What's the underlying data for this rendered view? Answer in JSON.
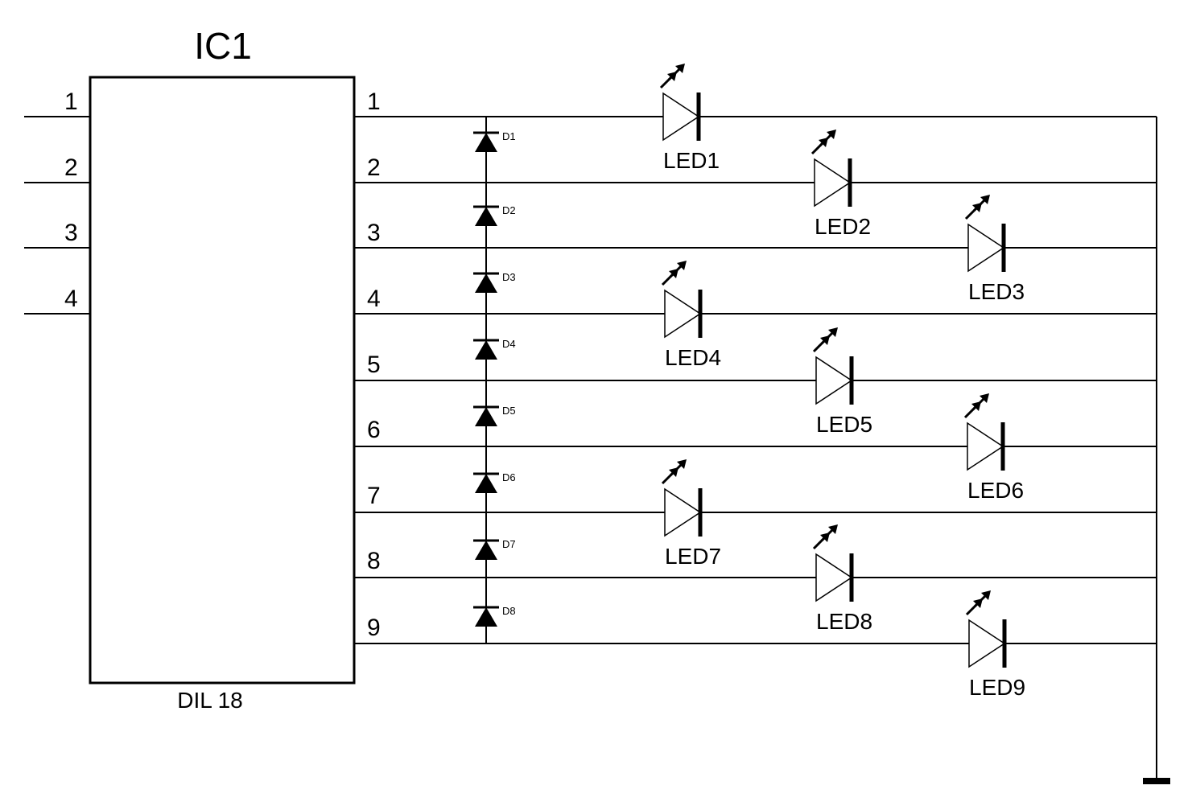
{
  "ic": {
    "title": "IC1",
    "package": "DIL 18",
    "left_pins": [
      "1",
      "2",
      "3",
      "4"
    ],
    "right_pins": [
      "1",
      "2",
      "3",
      "4",
      "5",
      "6",
      "7",
      "8",
      "9"
    ]
  },
  "diodes": [
    "D1",
    "D2",
    "D3",
    "D4",
    "D5",
    "D6",
    "D7",
    "D8"
  ],
  "leds": [
    "LED1",
    "LED2",
    "LED3",
    "LED4",
    "LED5",
    "LED6",
    "LED7",
    "LED8",
    "LED9"
  ],
  "colors": {
    "ink": "#000000",
    "background": "#ffffff"
  }
}
